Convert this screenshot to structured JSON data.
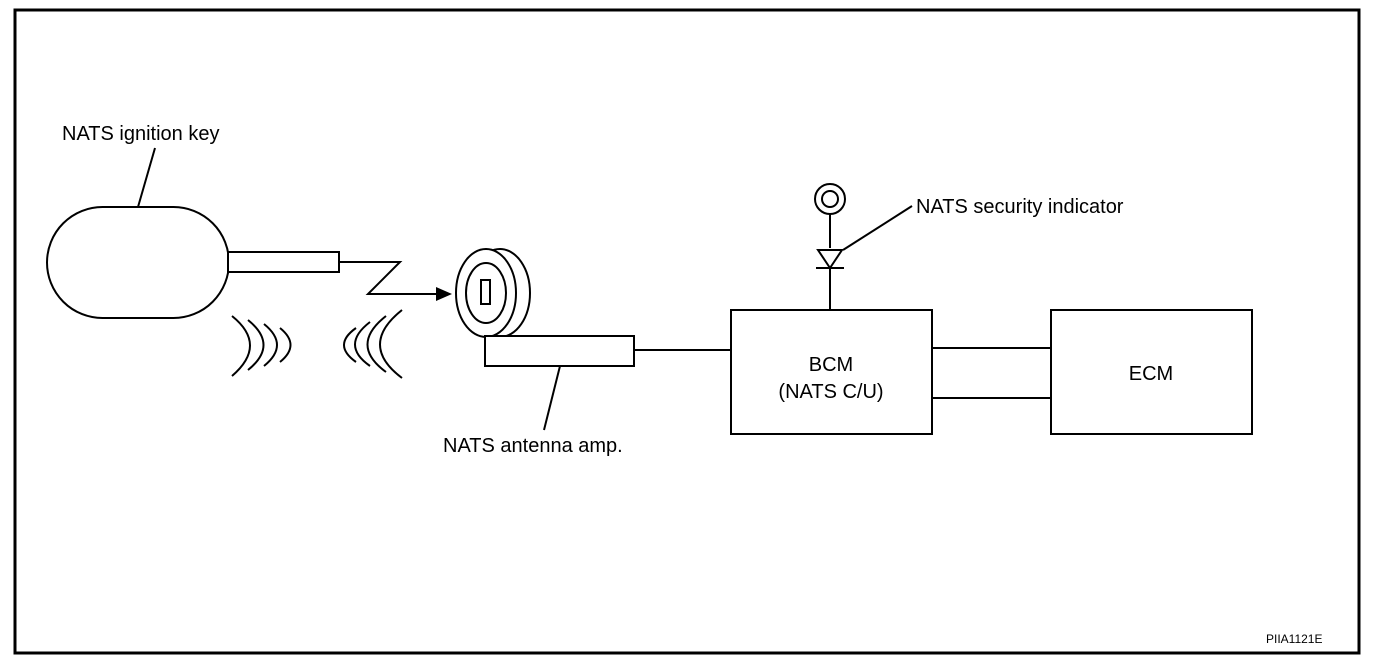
{
  "labels": {
    "key": "NATS ignition key",
    "antenna": "NATS antenna amp.",
    "indicator": "NATS security indicator",
    "bcm_line1": "BCM",
    "bcm_line2": "(NATS C/U)",
    "ecm": "ECM",
    "figure_id": "PIIA1121E"
  },
  "icons": {
    "signal": "radio-wave-icon",
    "indicator": "lamp-icon",
    "arrow": "arrow-icon"
  }
}
